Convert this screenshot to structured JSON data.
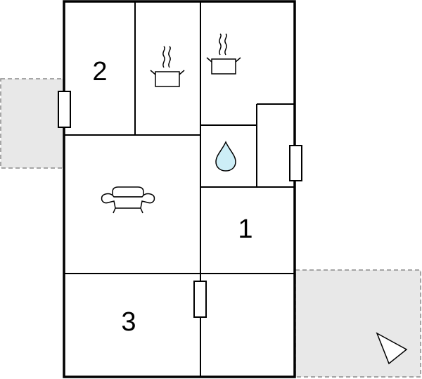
{
  "rooms": [
    {
      "id": "bedroom-2",
      "label": "2"
    },
    {
      "id": "bedroom-1",
      "label": "1"
    },
    {
      "id": "bedroom-3",
      "label": "3"
    }
  ],
  "icons": {
    "kitchen": "cooking-pot-icon",
    "bathroom": "water-drop-icon",
    "living": "armchair-icon",
    "compass": "north-arrow-icon"
  },
  "colors": {
    "wall": "#000000",
    "terrace_fill": "#e8e8e8",
    "terrace_border": "#8a8a8a",
    "water": "#cdeef7"
  }
}
